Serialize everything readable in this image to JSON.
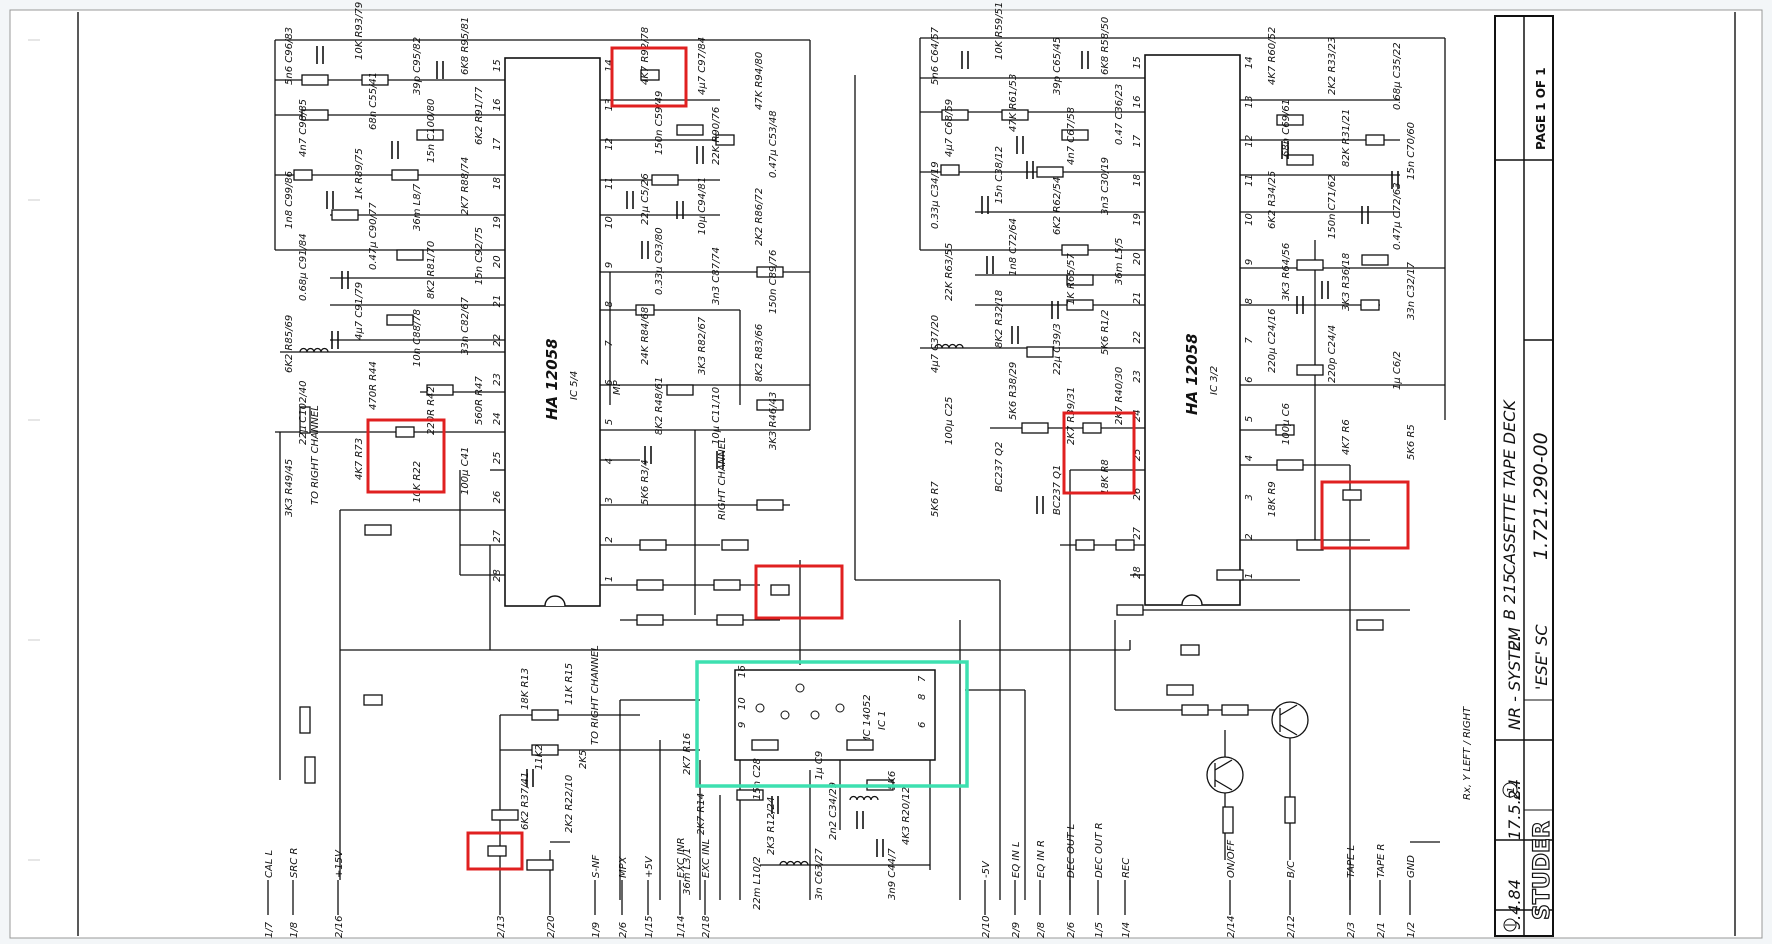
{
  "title_block": {
    "logo": "STUDER",
    "date_1": "9.4.84",
    "date_2": "17.5.84",
    "revision": "2.",
    "revision_2": "2.",
    "rev_mark": "1",
    "model": "B 215",
    "description": "CASSETTE TAPE DECK",
    "drawing_no": "1.721.290-00",
    "system": "NR - SYSTEM",
    "code": "'ESE' SC",
    "page": "PAGE 1 OF 1"
  },
  "ic_left": {
    "part": "HA 12058",
    "ref": "IC 5/4"
  },
  "ic_right": {
    "part": "HA 12058",
    "ref": "IC 3/2"
  },
  "ic_small": {
    "part": "MC 14052",
    "ref": "IC 1"
  },
  "ic_left_pins_left": [
    "15",
    "16",
    "17",
    "18",
    "19",
    "20",
    "21",
    "22",
    "23",
    "24",
    "25",
    "26",
    "27",
    "28"
  ],
  "ic_left_pins_right": [
    "14",
    "13",
    "12",
    "11",
    "10",
    "9",
    "8",
    "7",
    "6",
    "5",
    "4",
    "3",
    "2",
    "1"
  ],
  "ic_right_pins_left": [
    "15",
    "16",
    "17",
    "18",
    "19",
    "20",
    "21",
    "22",
    "23",
    "24",
    "25",
    "26",
    "27",
    "28"
  ],
  "ic_right_pins_right": [
    "14",
    "13",
    "12",
    "11",
    "10",
    "9",
    "8",
    "7",
    "6",
    "5",
    "4",
    "3",
    "2",
    "1"
  ],
  "ic_small_pins": [
    "16",
    "10",
    "9",
    "6",
    "8",
    "7"
  ],
  "left_components": [
    "5n6 C96/83",
    "10K R93/79",
    "39p C95/82",
    "6K8 R95/81",
    "4K7 R92/78",
    "4μ7 C97/84",
    "47K R94/80",
    "4n7 C98/85",
    "68n C55/41",
    "15n C100/80",
    "6K2 R91/77",
    "150n C59/49",
    "22K R90/76",
    "0.47μ C53/48",
    "1n8 C99/86",
    "1K R89/75",
    "36m L8/7",
    "2K7 R88/74",
    "22μ C5/26",
    "10μ C94/81",
    "2K2 R86/72",
    "0.68μ C91/84",
    "0.47μ C90/77",
    "8K2 R81/70",
    "15n C92/75",
    "0.33μ C93/80",
    "3n3 C87/74",
    "150n C89/76",
    "6K2 R85/69",
    "4μ7 C91/79",
    "10n C88/78",
    "33n C82/67",
    "24K R84/68",
    "3K3 R82/67",
    "8K2 R83/66",
    "22μ C102/40",
    "470R R44",
    "220R R42",
    "560R R47",
    "8K2 R48/61",
    "10μ C11/10",
    "3K3 R46/43",
    "3K3 R49/45",
    "4K7 R73",
    "10K R22",
    "100μ C41",
    "5K6 R3/4"
  ],
  "right_components": [
    "5n6 C64/57",
    "10K R59/51",
    "39p C65/45",
    "6K8 R58/50",
    "4K7 R60/52",
    "2K2 R33/23",
    "0.68μ C35/22",
    "4μ7 C68/59",
    "47K R61/53",
    "4n7 C67/58",
    "0.47 C36/23",
    "68n C69/61",
    "82K R31/21",
    "15n C70/60",
    "0.33μ C34/19",
    "15n C38/12",
    "6K2 R62/54",
    "3n3 C30/19",
    "6K2 R34/25",
    "150n C71/62",
    "0.47μ C72/63",
    "22K R63/55",
    "1n8 C72/64",
    "1K R65/57",
    "36m L5/5",
    "3K3 R64/56",
    "3K3 R36/18",
    "33n C32/17",
    "4μ7 C37/20",
    "8K2 R32/18",
    "22μ C39/3",
    "5K6 R1/2",
    "220μ C24/16",
    "220p C24/4",
    "1μ C6/2",
    "100μ C25",
    "5K6 R38/29",
    "2K7 R39/31",
    "2K7 R40/30",
    "100μ C6",
    "4K7 R6",
    "5K6 R5",
    "5K6 R7",
    "BC237 Q2",
    "BC237 Q1",
    "18K R8",
    "18K R9"
  ],
  "small_components": [
    "18K R13",
    "11K R15",
    "2K7 R16",
    "15n C28",
    "1μ C9",
    "5K6",
    "11K2",
    "2K5",
    "2K7 R14",
    "2K3 R12/24",
    "2n2 C34/29",
    "4K3 R20/12",
    "6K2 R37/41",
    "2K2 R22/10",
    "36m L3/1",
    "22m L10/2",
    "3n C63/27",
    "3n9 C44/7"
  ],
  "labels": {
    "to_right_channel_1": "TO RIGHT CHANNEL",
    "to_right_channel_2": "TO RIGHT CHANNEL",
    "right_channel": "RIGHT CHANNEL",
    "mp": "MP",
    "legend": "Rx, Y LEFT / RIGHT"
  },
  "bottom_signals": [
    {
      "name": "CAL L",
      "pin": "1/7"
    },
    {
      "name": "SRC R",
      "pin": "1/8"
    },
    {
      "name": "+15V",
      "pin": "2/16"
    },
    {
      "name": "",
      "pin": "2/13"
    },
    {
      "name": "",
      "pin": "2/20"
    },
    {
      "name": "S-NF",
      "pin": "1/9"
    },
    {
      "name": "MPX",
      "pin": "2/6"
    },
    {
      "name": "+5V",
      "pin": "1/15"
    },
    {
      "name": "EXC INR",
      "pin": "1/14"
    },
    {
      "name": "EXC INL",
      "pin": "2/18"
    },
    {
      "name": "-5V",
      "pin": "2/10"
    },
    {
      "name": "EQ IN L",
      "pin": "2/9"
    },
    {
      "name": "EQ IN R",
      "pin": "2/8"
    },
    {
      "name": "DEC OUT L",
      "pin": "2/6"
    },
    {
      "name": "DEC OUT R",
      "pin": "1/5"
    },
    {
      "name": "REC",
      "pin": "1/4"
    },
    {
      "name": "ON/OFF",
      "pin": "2/14"
    },
    {
      "name": "B/C",
      "pin": "2/12"
    },
    {
      "name": "TAPE L",
      "pin": "2/3"
    },
    {
      "name": "TAPE R",
      "pin": "2/1"
    },
    {
      "name": "GND",
      "pin": "1/2"
    }
  ],
  "highlights": {
    "red": "#e02020",
    "cyan": "#3de0b0"
  }
}
